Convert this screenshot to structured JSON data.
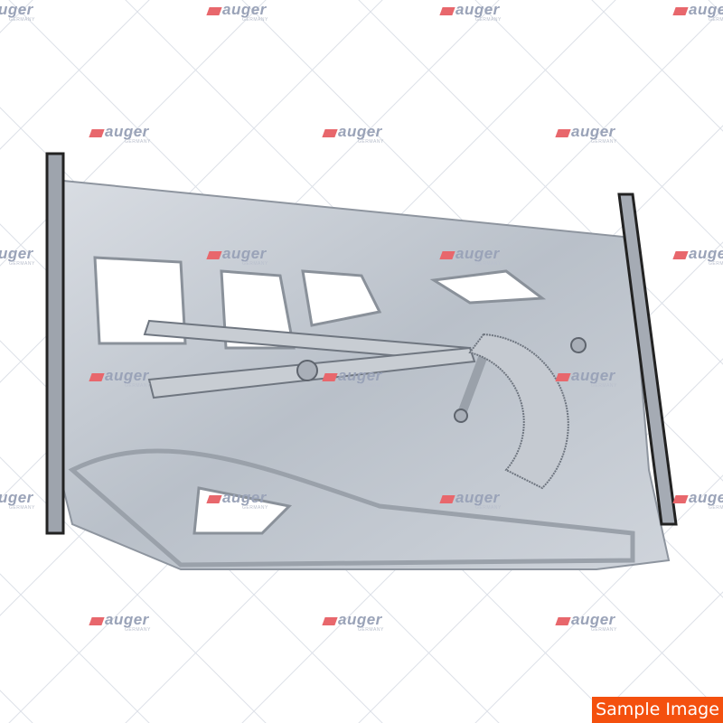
{
  "watermark": {
    "brand": "auger",
    "subtitle": "GERMANY",
    "flag_color": "#e8676c",
    "text_color": "#9aa3b8"
  },
  "badge": {
    "label": "Sample Image",
    "color": "#f4500e"
  }
}
